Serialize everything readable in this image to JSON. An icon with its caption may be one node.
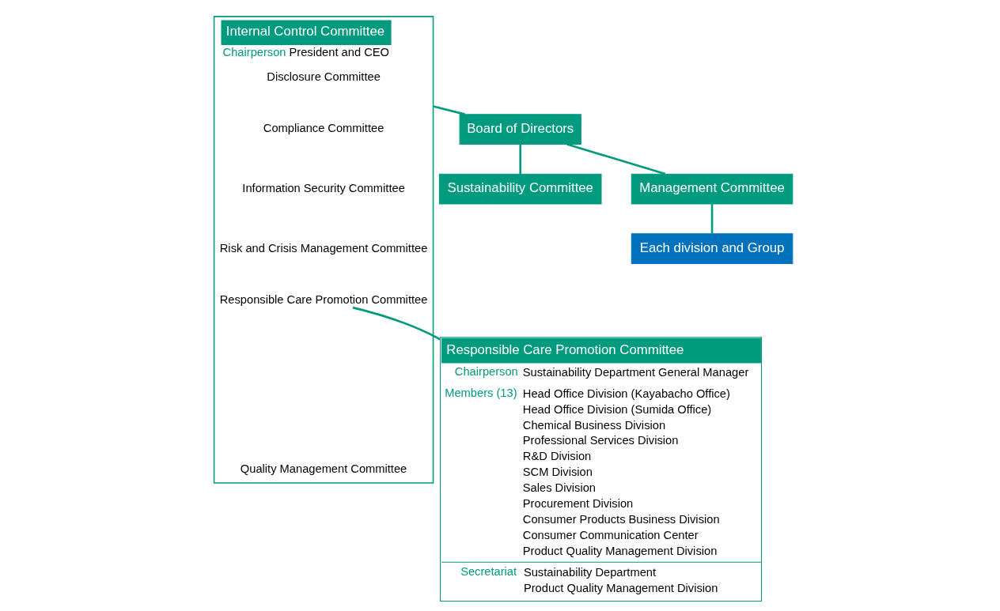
{
  "diagram": {
    "nodes": [
      {
        "text": [
          "Board of Directors"
        ]
      },
      {
        "text": [
          "Internal Control Committee",
          "Chairperson",
          "President and CEO"
        ]
      },
      {
        "text": [
          "Disclosure Committee"
        ],
        "in": 1
      },
      {
        "text": [
          "Compliance Committee"
        ],
        "in": 1
      },
      {
        "text": [
          "Information Security Committee"
        ],
        "in": 1
      },
      {
        "text": [
          "Risk and Crisis Management Committee"
        ],
        "in": 1
      },
      {
        "text": [
          "Responsible Care Promotion Committee"
        ],
        "in": 1
      },
      {
        "text": [
          "Quality Management Committee"
        ],
        "in": 1
      },
      {
        "text": [
          "Sustainability Committee"
        ]
      },
      {
        "text": [
          "Management Committee"
        ]
      },
      {
        "text": [
          "Responsible Care Promotion Committee",
          "Chairperson",
          "Sustainability Department General Manager",
          "Members (13)",
          "Head Office Division (Kayabacho Office)",
          "Head Office Division (Sumida Office)",
          "Chemical Business Division",
          "Professional Services Division",
          "R&D Division",
          "SCM Division",
          "Sales Division",
          "Procurement Division",
          "Consumer Products Business Division",
          "Consumer Communication Center",
          "Product Quality Management Division",
          "Secretariat",
          "Sustainability Department",
          "Product Quality Management Division"
        ]
      },
      {
        "text": [
          "Each division and Group"
        ]
      }
    ],
    "edges": [
      {
        "from": 0,
        "to": 8,
        "arrow": "none"
      },
      {
        "from": 1,
        "to": 0,
        "arrow": "none"
      },
      {
        "from": 0,
        "to": 9,
        "arrow": "none"
      },
      {
        "from": 9,
        "to": 11,
        "arrow": "none"
      },
      {
        "from": 6,
        "to": 10,
        "arrow": "none"
      }
    ]
  }
}
